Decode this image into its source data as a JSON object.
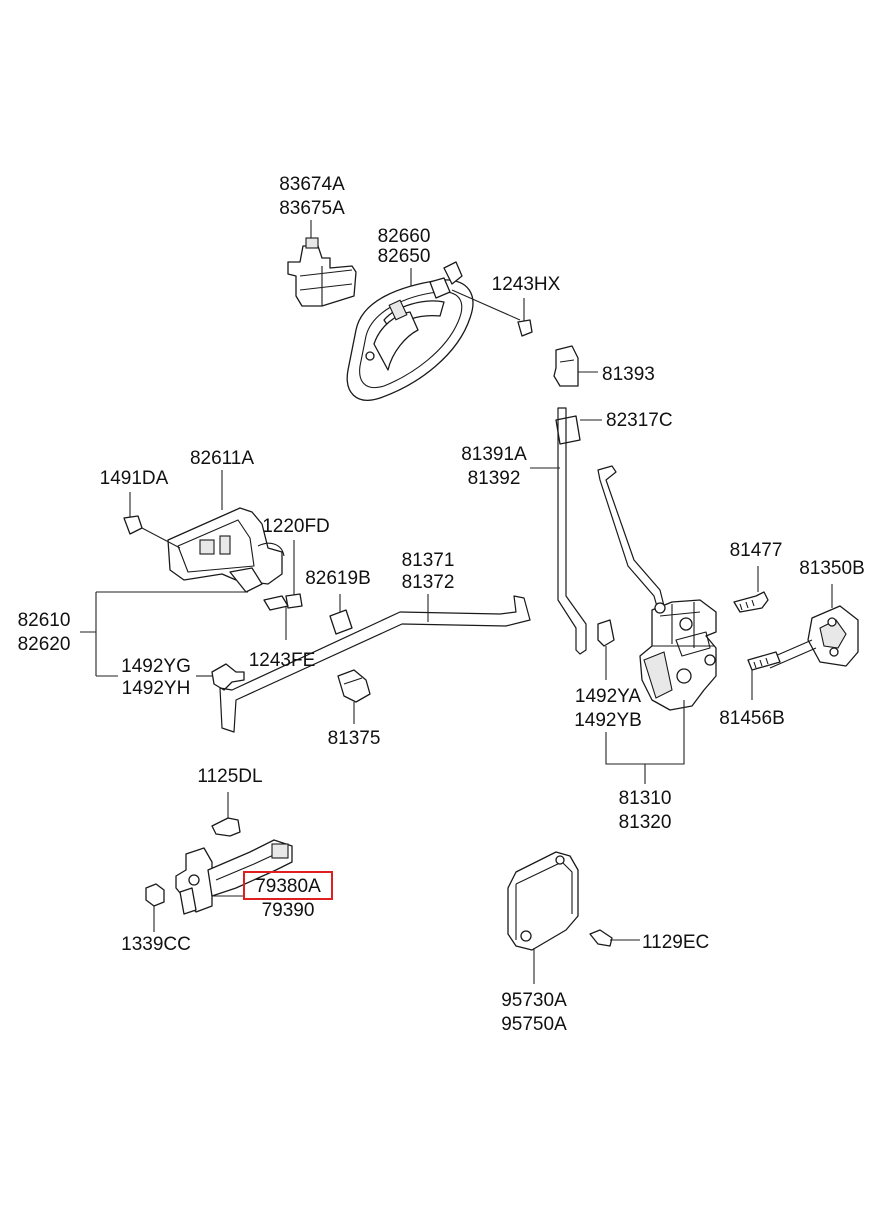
{
  "labels": {
    "p83674A": "83674A",
    "p83675A": "83675A",
    "p82660": "82660",
    "p82650": "82650",
    "p1243HX": "1243HX",
    "p81393": "81393",
    "p82317C": "82317C",
    "p81391A": "81391A",
    "p81392": "81392",
    "p1491DA": "1491DA",
    "p82611A": "82611A",
    "p1220FD": "1220FD",
    "p82619B": "82619B",
    "p81371": "81371",
    "p81372": "81372",
    "p82610": "82610",
    "p82620": "82620",
    "p1243FE": "1243FE",
    "p1492YG": "1492YG",
    "p1492YH": "1492YH",
    "p81375": "81375",
    "p81477": "81477",
    "p81350B": "81350B",
    "p81456B": "81456B",
    "p1492YA": "1492YA",
    "p1492YB": "1492YB",
    "p81310": "81310",
    "p81320": "81320",
    "p1125DL": "1125DL",
    "p79380A": "79380A",
    "p79390": "79390",
    "p1339CC": "1339CC",
    "p1129EC": "1129EC",
    "p95730A": "95730A",
    "p95750A": "95750A"
  },
  "highlight": {
    "part": "79380A",
    "color": "#e02020"
  }
}
